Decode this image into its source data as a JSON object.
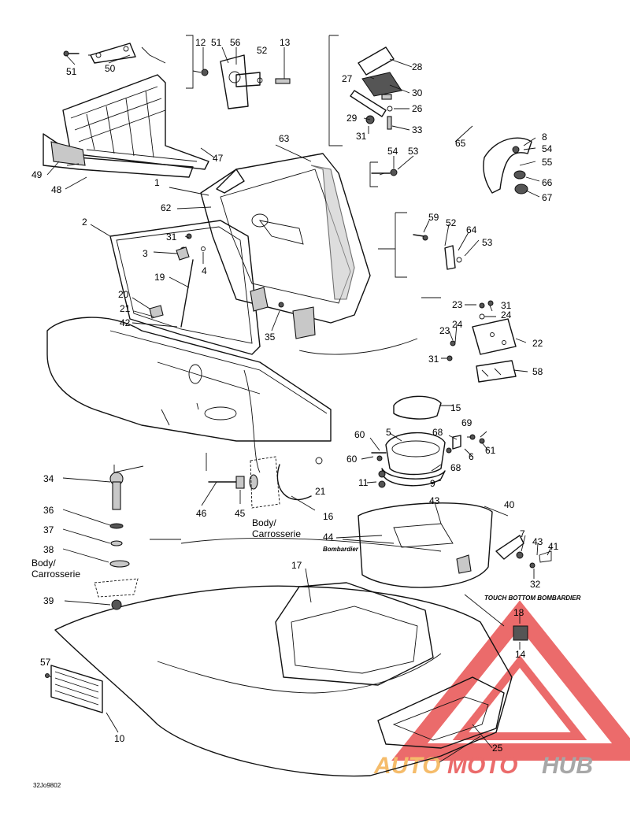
{
  "diagram": {
    "drawing_code": "32Jo9802",
    "body_label_line1": "Body/",
    "body_label_line2": "Carrosserie",
    "brand_decal": "Bombardier",
    "model_decal": "TOUCH BOTTOM BOMBARDIER",
    "watermark": {
      "auto": "AUTO",
      "moto": "MOTO",
      "hub": "HUB",
      "color_red": "#e53a3a",
      "color_orange": "#f2a63a",
      "color_gray": "#8a8a8a"
    },
    "callouts": [
      "1",
      "2",
      "3",
      "4",
      "5",
      "6",
      "7",
      "8",
      "9",
      "10",
      "11",
      "12",
      "13",
      "14",
      "15",
      "16",
      "17",
      "18",
      "19",
      "20",
      "21",
      "21",
      "22",
      "23",
      "23",
      "24",
      "24",
      "25",
      "26",
      "27",
      "28",
      "29",
      "30",
      "31",
      "31",
      "31",
      "31",
      "32",
      "33",
      "34",
      "35",
      "36",
      "37",
      "38",
      "39",
      "40",
      "41",
      "42",
      "43",
      "43",
      "44",
      "45",
      "46",
      "47",
      "48",
      "49",
      "50",
      "51",
      "51",
      "52",
      "52",
      "53",
      "53",
      "54",
      "54",
      "55",
      "56",
      "57",
      "58",
      "59",
      "60",
      "60",
      "61",
      "62",
      "63",
      "64",
      "65",
      "66",
      "67",
      "68",
      "68",
      "69"
    ]
  }
}
